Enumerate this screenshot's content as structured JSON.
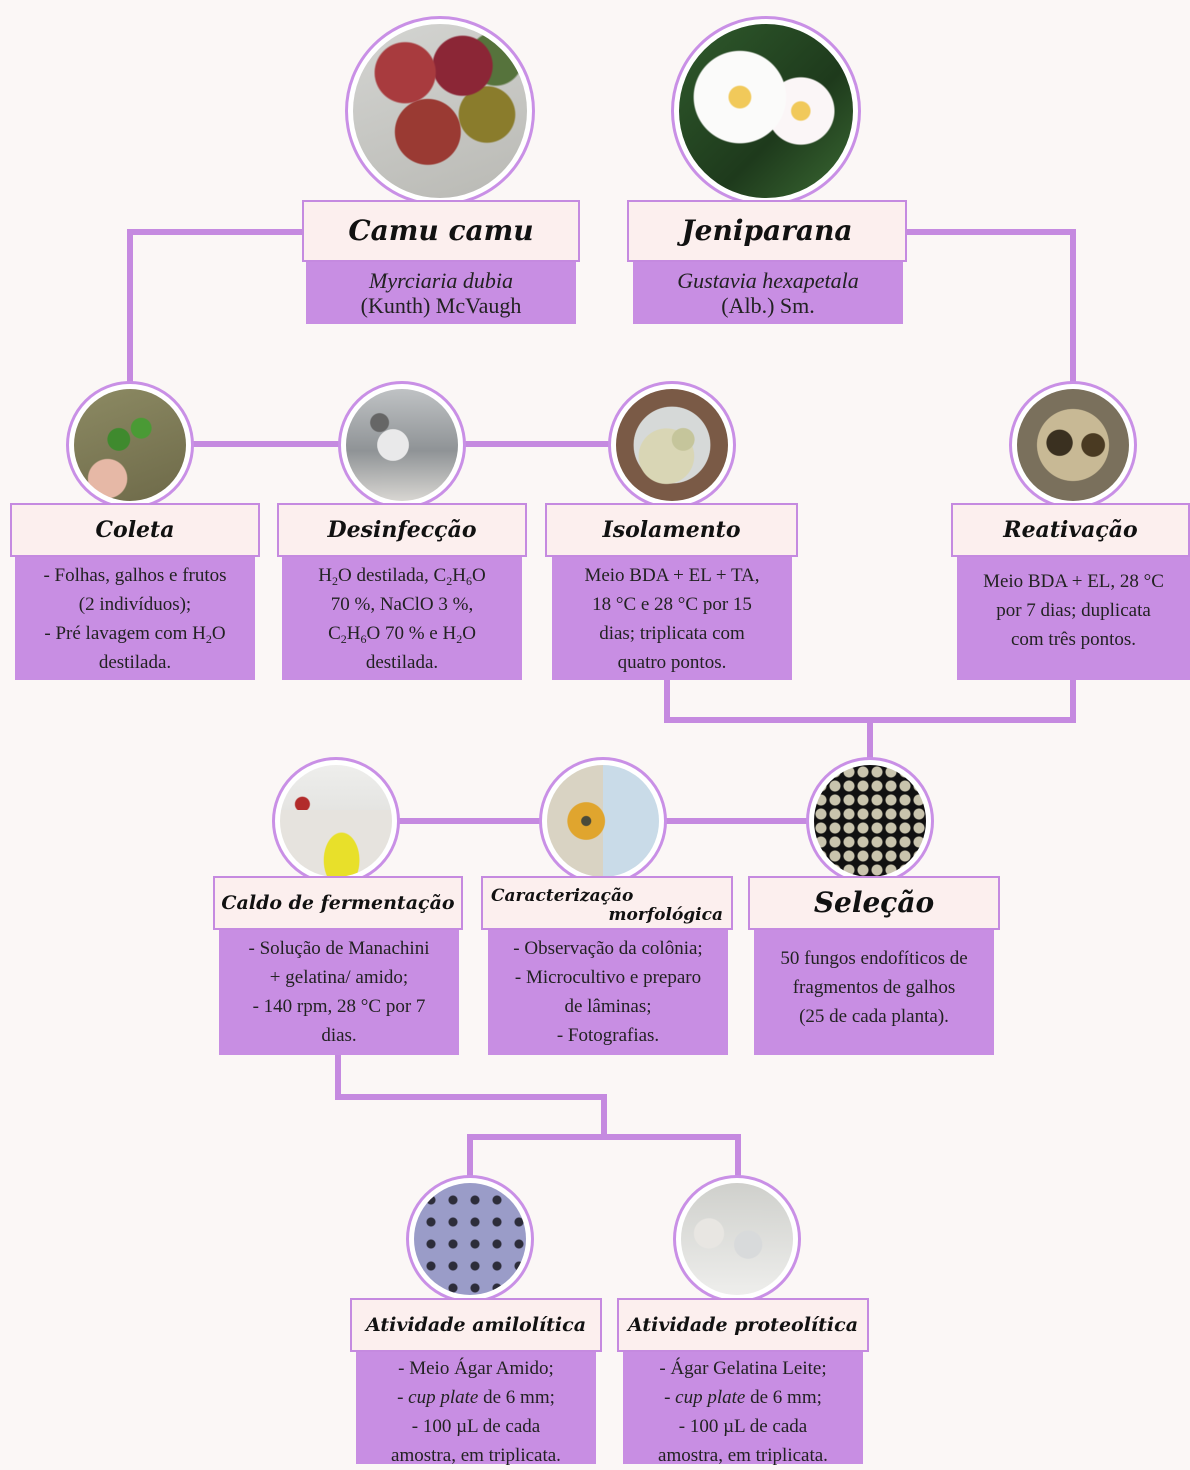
{
  "nodes": {
    "camu": {
      "title": "Camu camu",
      "species": "Myrciaria dubia",
      "authority": "(Kunth) McVaugh"
    },
    "jeni": {
      "title": "Jeniparana",
      "species": "Gustavia hexapetala",
      "authority": "(Alb.) Sm."
    },
    "coleta": {
      "title": "Coleta",
      "lines": [
        "- Folhas, galhos e frutos",
        "(2 indivíduos);",
        "- Pré lavagem com H",
        "destilada."
      ]
    },
    "desinf": {
      "title": "Desinfecção",
      "text": {
        "l1a": "H",
        "l1b": "O destilada, C",
        "l1c": "H",
        "l1d": "O",
        "l2": "70 %, NaClO 3 %,",
        "l3a": "C",
        "l3b": "H",
        "l3c": "O 70 % e H",
        "l3d": "O",
        "l4": "destilada."
      }
    },
    "isol": {
      "title": "Isolamento",
      "lines": [
        "Meio BDA + EL + TA,",
        "18 °C e 28 °C por 15",
        "dias; triplicata com",
        "quatro pontos."
      ]
    },
    "reat": {
      "title": "Reativação",
      "lines": [
        "Meio BDA + EL, 28 °C",
        "por 7 dias; duplicata",
        "com três pontos."
      ]
    },
    "caldo": {
      "title": "Caldo de fermentação",
      "lines": [
        "- Solução de Manachini",
        "+ gelatina/ amido;",
        "- 140 rpm, 28 °C por 7",
        "dias."
      ]
    },
    "carac": {
      "title1": "Caracterização",
      "title2": "morfológica",
      "lines": [
        "- Observação da colônia;",
        "- Microcultivo e preparo",
        "de lâminas;",
        "- Fotografias."
      ]
    },
    "selec": {
      "title": "Seleção",
      "lines": [
        "50 fungos endofíticos de",
        "fragmentos de galhos",
        "(25 de cada planta)."
      ]
    },
    "amilo": {
      "title": "Atividade amilolítica",
      "l1": "- Meio Ágar Amido;",
      "l2a": "- ",
      "l2b": "cup plate",
      "l2c": " de 6 mm;",
      "l3": "- 100 µL de cada",
      "l4": "amostra, em triplicata."
    },
    "proteo": {
      "title": "Atividade proteolítica",
      "l1": "- Ágar Gelatina Leite;",
      "l2a": "- ",
      "l2b": "cup plate",
      "l2c": " de 6 mm;",
      "l3": "- 100 µL de cada",
      "l4": "amostra, em triplicata."
    }
  },
  "subscripts": {
    "two": "2",
    "six": "6"
  },
  "colors": {
    "line": "#c58ae0",
    "desc_bg": "#c88ee3",
    "title_bg": "#fcefee",
    "page_bg": "#fbf7f6"
  },
  "photos": [
    "camu-camu-fruits-photo",
    "jeniparana-flowers-photo",
    "branch-collection-photo",
    "laboratory-photo",
    "petri-dish-isolation-photo",
    "reactivated-culture-photo",
    "fermentation-flask-photo",
    "fungal-colony-photo",
    "culture-plates-grid-photo",
    "amylolytic-plate-photo",
    "proteolytic-lab-photo"
  ]
}
